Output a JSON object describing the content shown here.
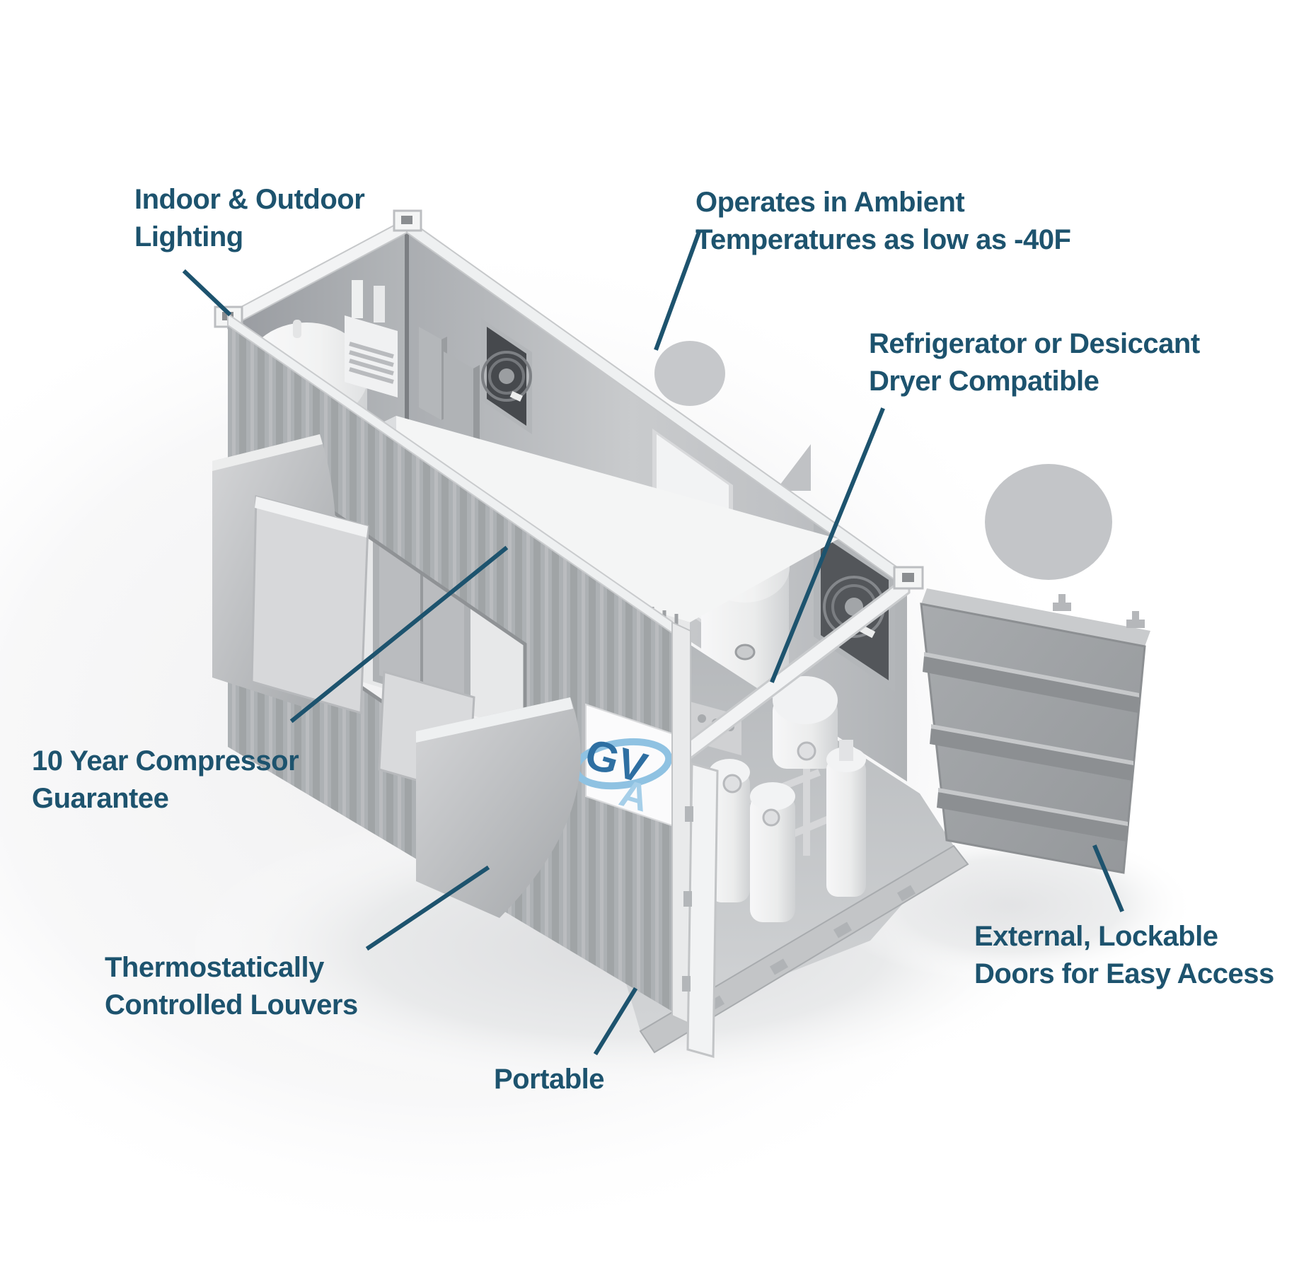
{
  "diagram": {
    "accent_color": "#1d536e",
    "background_color": "#ffffff",
    "callouts": {
      "lighting": {
        "label": "Indoor & Outdoor\nLighting"
      },
      "ambient": {
        "label": "Operates in Ambient\nTemperatures as low as -40F"
      },
      "dryer": {
        "label": "Refrigerator or Desiccant\nDryer Compatible"
      },
      "compressor": {
        "label": "10 Year Compressor\nGuarantee"
      },
      "louvers": {
        "label": "Thermostatically\nControlled Louvers"
      },
      "portable": {
        "label": "Portable"
      },
      "doors": {
        "label": "External, Lockable\nDoors for Easy Access"
      }
    },
    "logo": {
      "gv": "GV",
      "a": "A",
      "blue": "#2e6fa2",
      "light_blue": "#a6cfe9"
    },
    "illustration": {
      "subject": "isometric-cutaway-portable-compressor-container",
      "parts": [
        "shipping-container",
        "air-receiver-tank-left",
        "wall-heater",
        "electrical-panels",
        "exhaust-fan-left",
        "exhaust-fan-right",
        "personnel-doorway",
        "air-receiver-tank-right",
        "compressor-enclosure",
        "desiccant-dryer-skid",
        "thermostatic-louver-hoods",
        "open-access-doors",
        "gva-sign"
      ]
    }
  }
}
